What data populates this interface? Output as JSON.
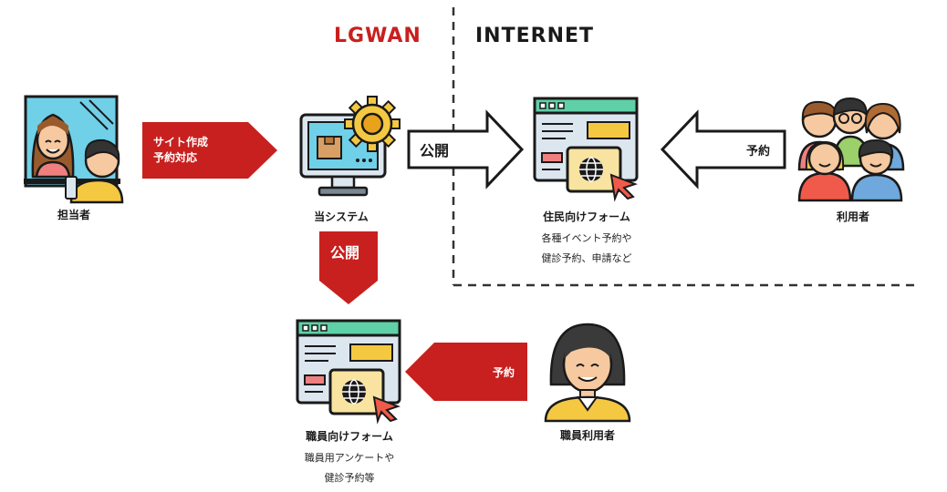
{
  "zones": {
    "lgwan": "LGWAN",
    "internet": "INTERNET"
  },
  "nodes": {
    "staff": "担当者",
    "system": "当システム",
    "resident_form": "住民向けフォーム",
    "users": "利用者",
    "staff_form": "職員向けフォーム",
    "staff_user": "職員利用者"
  },
  "descriptions": {
    "resident_form_line1": "各種イベント予約や",
    "resident_form_line2": "健診予約、申請など",
    "staff_form_line1": "職員用アンケートや",
    "staff_form_line2": "健診予約等"
  },
  "arrows": {
    "staff_to_system_line1": "サイト作成",
    "staff_to_system_line2": "予約対応",
    "system_to_resident_form": "公開",
    "users_to_resident_form": "予約",
    "system_to_staff_form": "公開",
    "staff_user_to_staff_form": "予約"
  },
  "colors": {
    "accent_red": "#c8201e",
    "dark": "#1a1a1a"
  }
}
